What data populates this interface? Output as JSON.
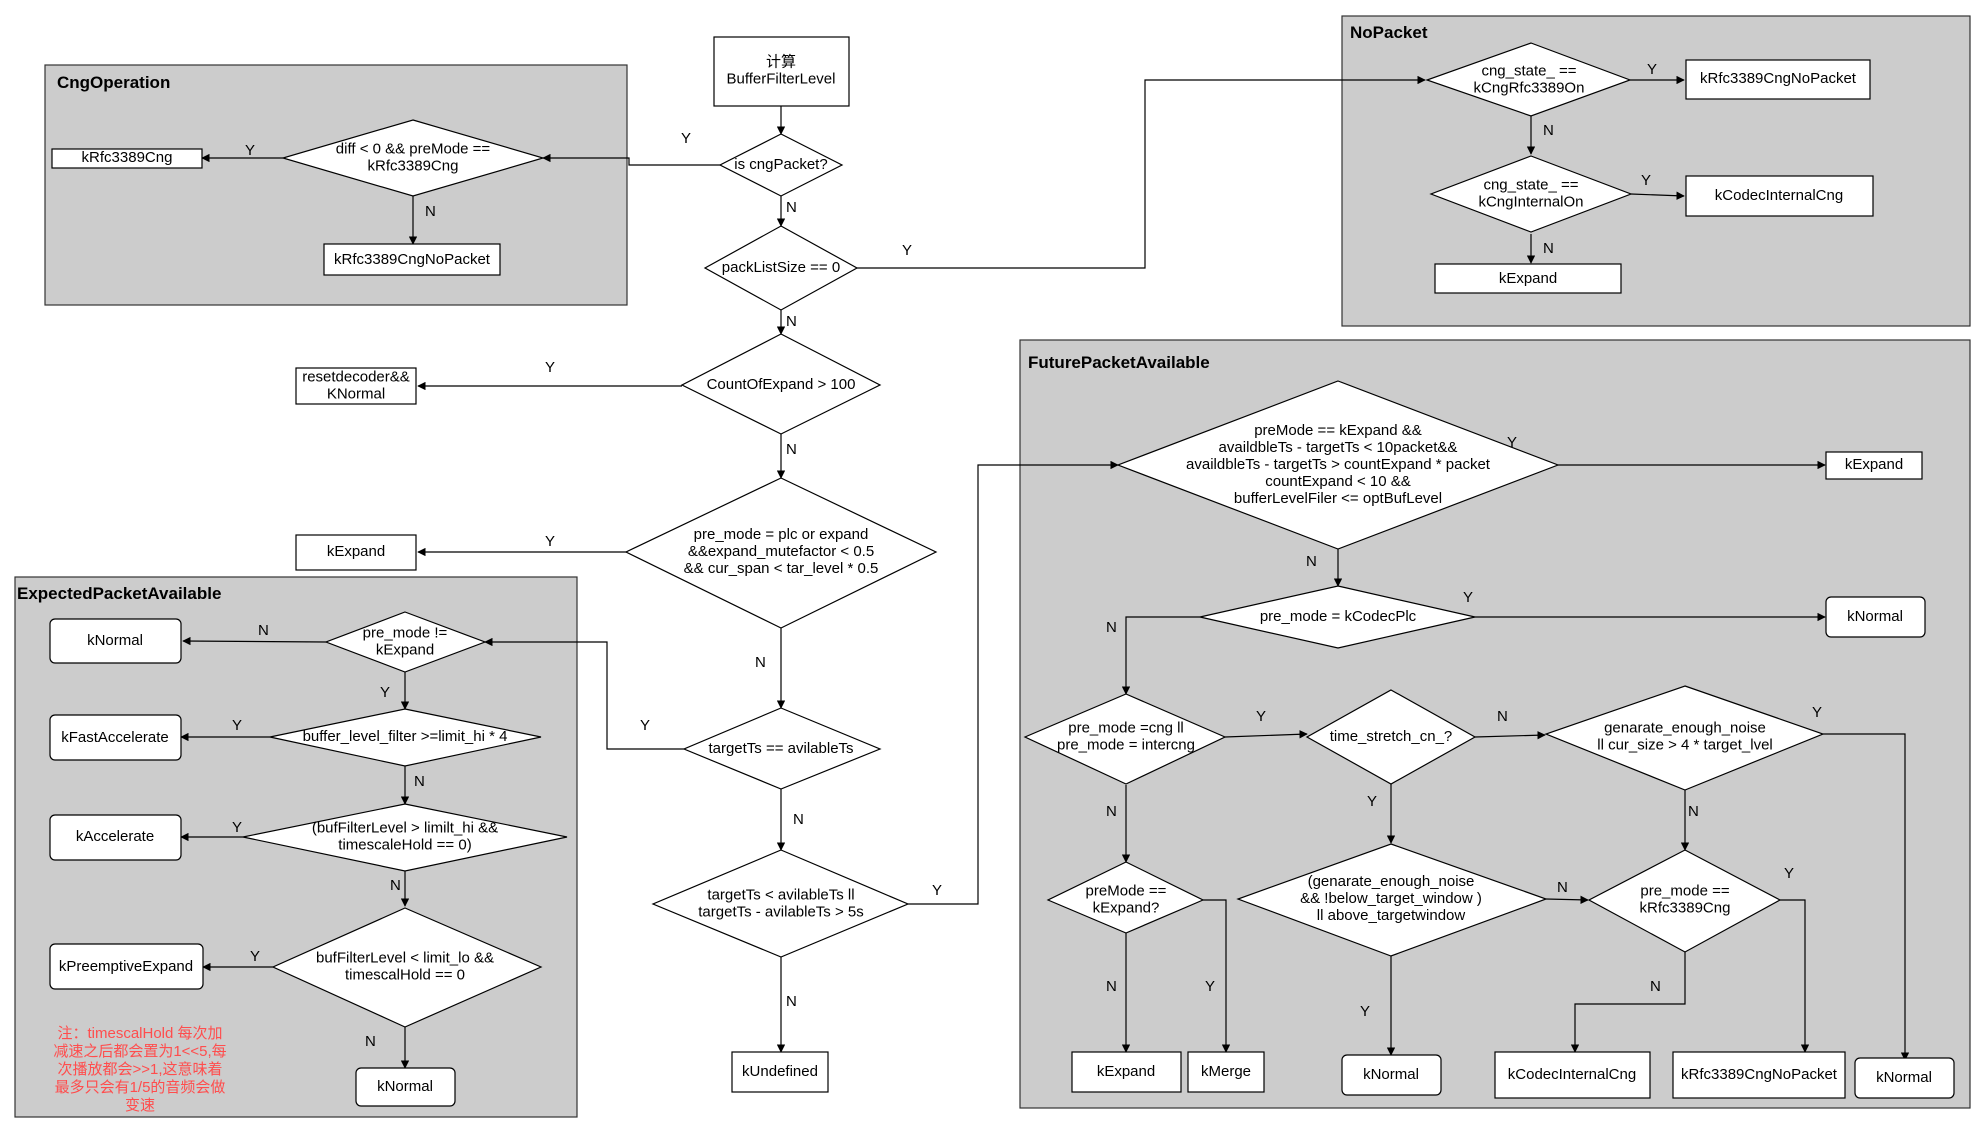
{
  "groups": {
    "cng_operation": "CngOperation",
    "no_packet": "NoPacket",
    "future_packet_available": "FuturePacketAvailable",
    "expected_packet_available": "ExpectedPacketAvailable"
  },
  "main": {
    "start": [
      "计算",
      "BufferFilterLevel"
    ],
    "is_cng_packet": [
      "is cngPacket?"
    ],
    "pack_list_size": [
      "packListSize == 0"
    ],
    "count_of_expand": [
      "CountOfExpand > 100"
    ],
    "reset_decoder": [
      "resetdecoder&&",
      "KNormal"
    ],
    "pre_mode_plc": [
      "pre_mode = plc or expand",
      "&&expand_mutefactor < 0.5",
      "&& cur_span < tar_level * 0.5"
    ],
    "kexpand_left": [
      "kExpand"
    ],
    "target_eq_avail": [
      "targetTs == avilableTs"
    ],
    "target_lt_avail": [
      "targetTs < avilableTs ll",
      "targetTs - avilableTs > 5s"
    ],
    "kundefined": [
      "kUndefined"
    ]
  },
  "cng": {
    "diff_check": [
      "diff < 0 && preMode ==",
      "kRfc3389Cng"
    ],
    "krfc3389cng": [
      "kRfc3389Cng"
    ],
    "krfc3389cng_nopacket": [
      "kRfc3389CngNoPacket"
    ]
  },
  "nopacket": {
    "cng_state_rfc": [
      "cng_state_ ==",
      "kCngRfc3389On"
    ],
    "krfc3389cng_nopacket": [
      "kRfc3389CngNoPacket"
    ],
    "cng_state_internal": [
      "cng_state_ ==",
      "kCngInternalOn"
    ],
    "kcodec_internal_cng": [
      "kCodecInternalCng"
    ],
    "kexpand": [
      "kExpand"
    ]
  },
  "expected": {
    "pre_mode_ne_expand": [
      "pre_mode !=",
      "kExpand"
    ],
    "knormal_top": [
      "kNormal"
    ],
    "buffer_level_filter": [
      "buffer_level_filter >=limit_hi * 4"
    ],
    "kfast_accelerate": [
      "kFastAccelerate"
    ],
    "buf_filter_hi": [
      "(bufFilterLevel > limilt_hi &&",
      "timescaleHold == 0)"
    ],
    "kaccelerate": [
      "kAccelerate"
    ],
    "buf_filter_lo": [
      "bufFilterLevel < limit_lo &&",
      "timescalHold == 0"
    ],
    "kpreemptive_expand": [
      "kPreemptiveExpand"
    ],
    "knormal_bottom": [
      "kNormal"
    ],
    "note": [
      "注：timescalHold 每次加",
      "减速之后都会置为1<<5,每",
      "次播放都会>>1,这意味着",
      "最多只会有1/5的音频会做",
      "变速"
    ]
  },
  "future": {
    "pre_mode_expand": [
      "preMode == kExpand &&",
      "availdbleTs - targetTs < 10packet&&",
      "availdbleTs - targetTs > countExpand * packet",
      "countExpand < 10 &&",
      "bufferLevelFiler <= optBufLevel"
    ],
    "kexpand_top": [
      "kExpand"
    ],
    "pre_mode_codec_plc": [
      "pre_mode = kCodecPlc"
    ],
    "knormal_top": [
      "kNormal"
    ],
    "pre_mode_cng": [
      "pre_mode =cng ll",
      "pre_mode = intercng"
    ],
    "time_stretch": [
      "time_stretch_cn_?"
    ],
    "generate_noise": [
      "genarate_enough_noise",
      "ll cur_size > 4 * target_lvel"
    ],
    "premode_kexpand": [
      "preMode ==",
      "kExpand?"
    ],
    "generate_noise_window": [
      "(genarate_enough_noise",
      "&& !below_target_window )",
      "ll above_targetwindow"
    ],
    "pre_mode_rfc": [
      "pre_mode ==",
      "kRfc3389Cng"
    ],
    "kexpand_bottom": [
      "kExpand"
    ],
    "kmerge": [
      "kMerge"
    ],
    "knormal_mid": [
      "kNormal"
    ],
    "kcodec_internal_cng": [
      "kCodecInternalCng"
    ],
    "krfc3389cng_nopacket": [
      "kRfc3389CngNoPacket"
    ],
    "knormal_right": [
      "kNormal"
    ]
  },
  "edge_labels": {
    "yes": "Y",
    "no": "N"
  }
}
